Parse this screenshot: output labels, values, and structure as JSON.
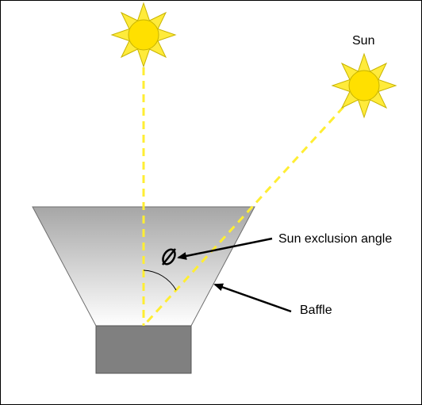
{
  "labels": {
    "sun": "Sun",
    "sun_exclusion_angle": "Sun exclusion angle",
    "baffle": "Baffle",
    "angle_symbol": "Ø"
  },
  "colors": {
    "sun_fill": "#FFEB3B",
    "sun_core": "#FFE000",
    "sun_stroke": "#C8B400",
    "ray": "#FFEE33",
    "baffle_top": "#A6A6A6",
    "baffle_bottom": "#FFFFFF",
    "baffle_stroke": "#6E6E6E",
    "detector": "#808080",
    "arrow": "#000000"
  },
  "icons": {
    "sun": "sun-icon"
  }
}
